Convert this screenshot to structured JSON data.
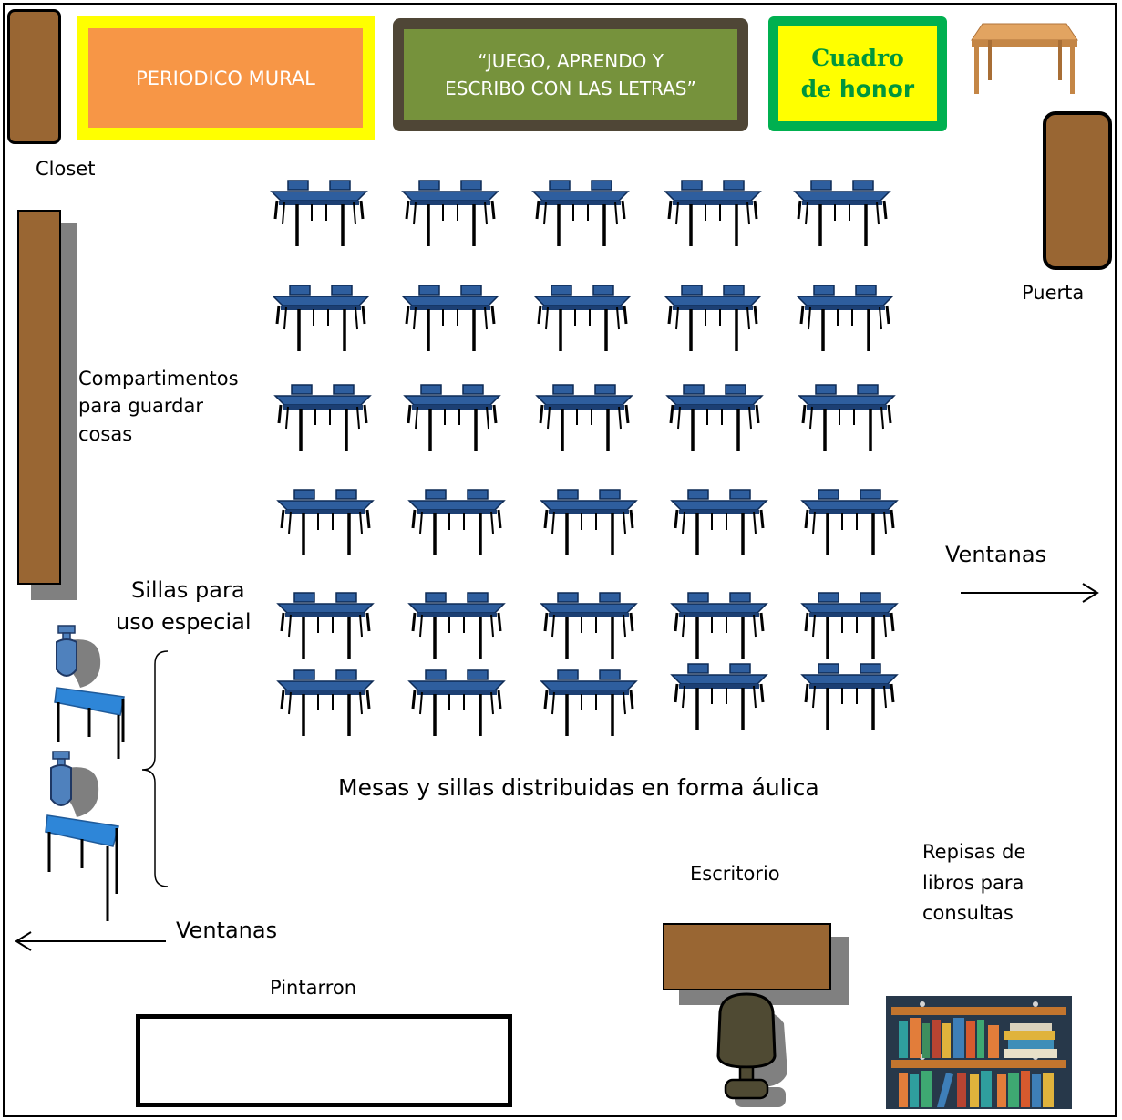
{
  "boards": {
    "mural": "PERIODICO MURAL",
    "juego_line1": "“JUEGO, APRENDO Y",
    "juego_line2": "ESCRIBO CON LAS LETRAS”",
    "honor_line1": "Cuadro",
    "honor_line2_de": "de",
    "honor_line2_honor": "honor"
  },
  "labels": {
    "closet": "Closet",
    "puerta": "Puerta",
    "compartimentos_1": "Compartimentos",
    "compartimentos_2": "para guardar",
    "compartimentos_3": "cosas",
    "sillas_1": "Sillas para",
    "sillas_2": "uso especial",
    "ventanas_right": "Ventanas",
    "ventanas_left": "Ventanas",
    "mesas": "Mesas y sillas distribuidas en forma áulica",
    "escritorio": "Escritorio",
    "repisas_1": "Repisas de",
    "repisas_2": "libros para",
    "repisas_3": "consultas",
    "pintarron": "Pintarron"
  },
  "colors": {
    "wood": "#996633",
    "table_blue": "#2e5e9e",
    "mural_yellow": "#ffff00",
    "mural_orange": "#f79646",
    "juego_green": "#76923c",
    "honor_green": "#00b050",
    "shadow": "#808080"
  },
  "icons": {
    "table_set": "classroom-table-with-two-chairs-icon",
    "special_chair": "special-use-chair-desk-icon",
    "teacher_chair": "office-chair-icon",
    "bookshelf": "bookshelf-icon",
    "small_table": "wooden-table-icon"
  },
  "classroom": {
    "table_rows": 6,
    "table_cols": 5
  }
}
